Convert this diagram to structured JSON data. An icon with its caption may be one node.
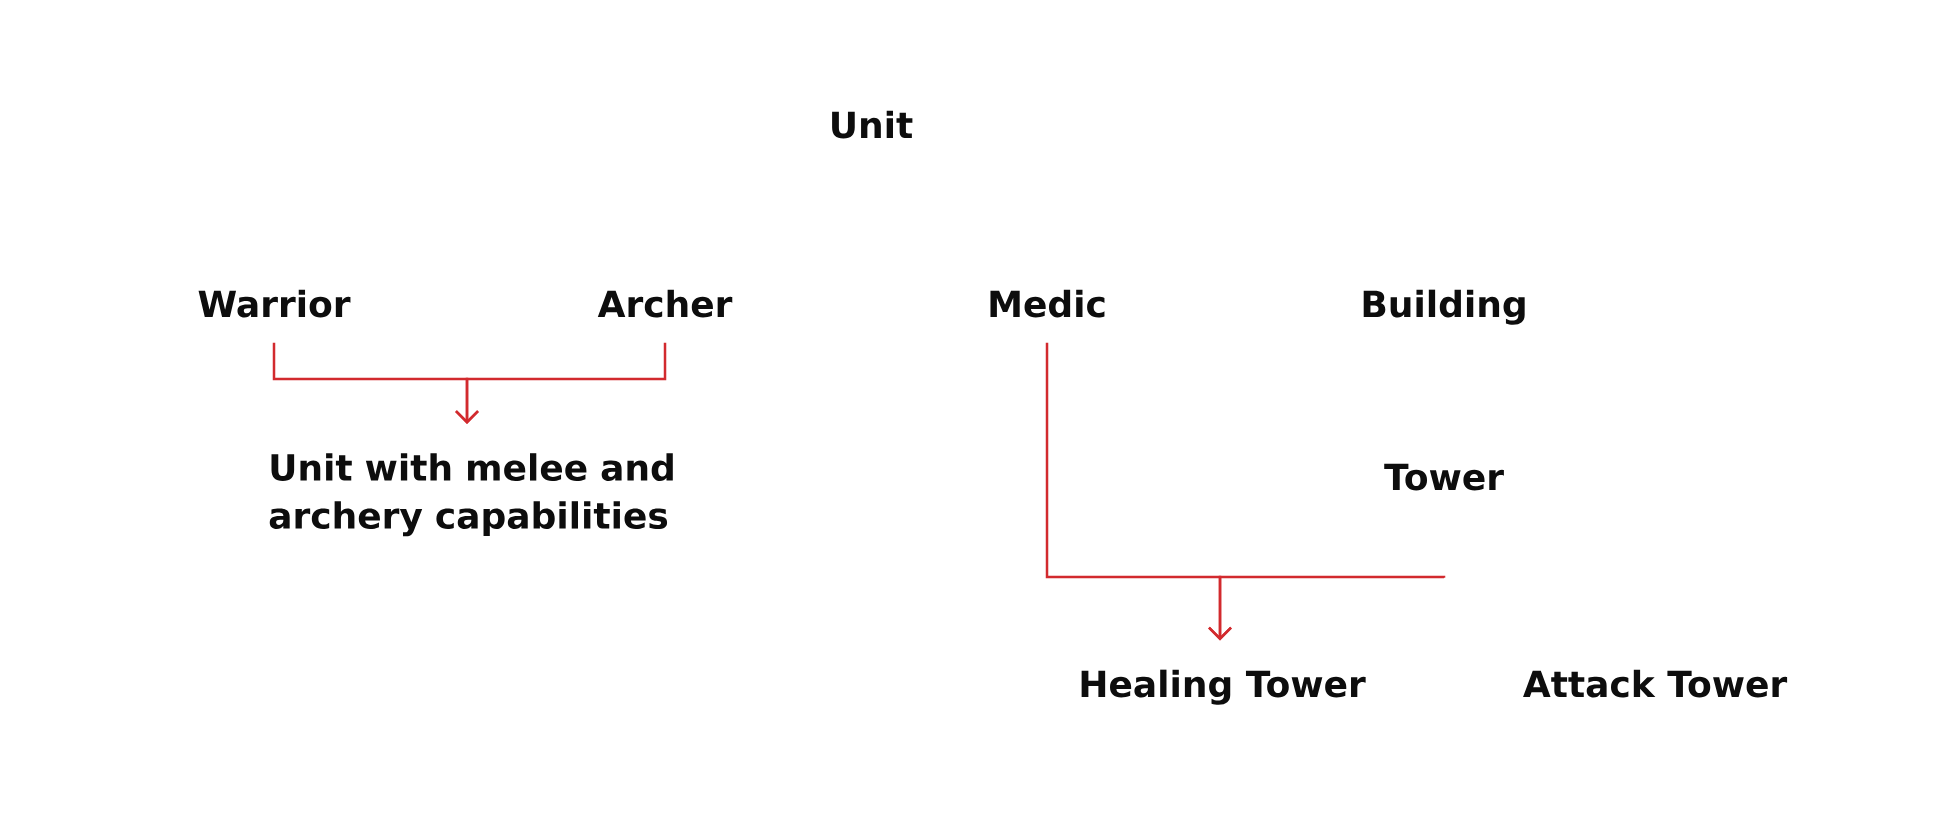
{
  "diagram": {
    "nodes": [
      {
        "text": [
          "Unit"
        ]
      },
      {
        "text": [
          "Warrior"
        ]
      },
      {
        "text": [
          "Archer"
        ]
      },
      {
        "text": [
          "Medic"
        ]
      },
      {
        "text": [
          "Building"
        ]
      },
      {
        "text": [
          "Unit with melee and archery capabilities"
        ]
      },
      {
        "text": [
          "Tower"
        ]
      },
      {
        "text": [
          "Healing Tower"
        ]
      },
      {
        "text": [
          "Attack Tower"
        ]
      }
    ],
    "edges": [
      {
        "from": 1,
        "to": 5,
        "arrow": "to"
      },
      {
        "from": 2,
        "to": 5,
        "arrow": "to"
      },
      {
        "from": 3,
        "to": 7,
        "arrow": "to"
      },
      {
        "from": 6,
        "to": 7,
        "arrow": "to"
      }
    ]
  }
}
